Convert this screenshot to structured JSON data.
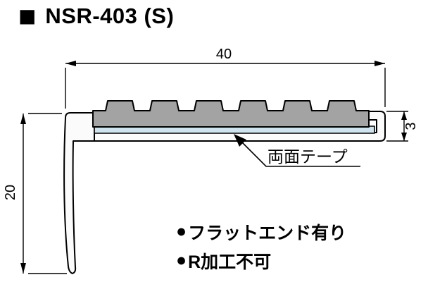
{
  "title": {
    "square_icon": "■",
    "text": "NSR-403 (S)"
  },
  "dimensions": {
    "width_top": "40",
    "height_left": "20",
    "thickness_right": "3"
  },
  "leader": {
    "tape_label": "両面テープ"
  },
  "notes": [
    {
      "bullet": "●",
      "text": "フラットエンド有り"
    },
    {
      "bullet": "●",
      "text": "R加工不可"
    }
  ],
  "colors": {
    "line": "#000000",
    "insert_gray": "#a3a3a3",
    "tape_blue": "#cfe3ee",
    "metal_white": "#fbfbfb"
  }
}
